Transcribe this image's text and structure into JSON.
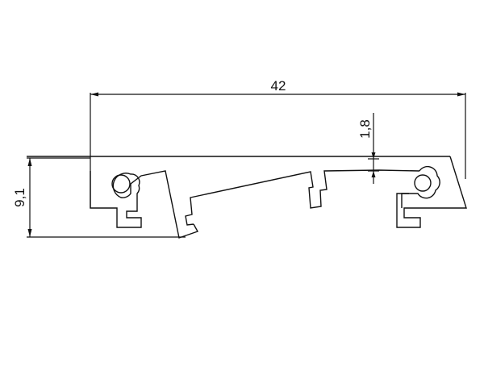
{
  "drawing": {
    "dimensions": {
      "width": "42",
      "height": "9,1",
      "thickness": "1,8"
    },
    "colors": {
      "line": "#111111",
      "background": "#ffffff"
    }
  }
}
